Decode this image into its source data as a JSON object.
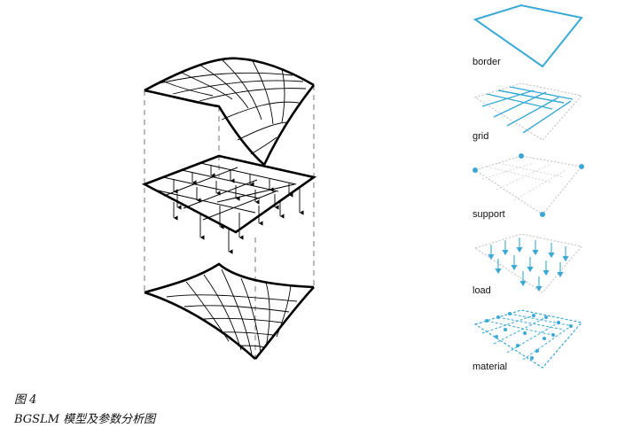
{
  "legend": [
    {
      "key": "border",
      "label": "border"
    },
    {
      "key": "grid",
      "label": "grid"
    },
    {
      "key": "support",
      "label": "support"
    },
    {
      "key": "load",
      "label": "load"
    },
    {
      "key": "material",
      "label": "material"
    }
  ],
  "caption": {
    "figure_number": "图 4",
    "title": "BGSLM 模型及参数分析图"
  },
  "colors": {
    "accent": "#3aa9d6",
    "line": "#000000",
    "dashed": "#b8b8b8"
  }
}
